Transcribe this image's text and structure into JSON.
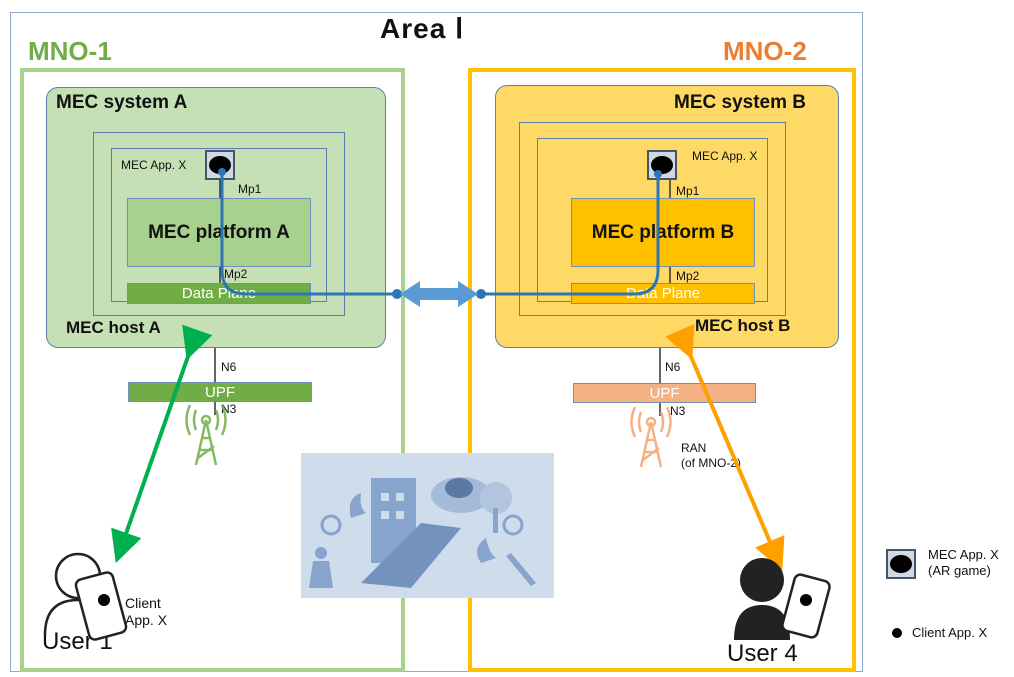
{
  "area_title": "Area Ⅰ",
  "mno1": {
    "title": "MNO-1",
    "color": "#70ad47"
  },
  "mno2": {
    "title": "MNO-2",
    "color": "#ed7d31"
  },
  "system_a": {
    "title": "MEC system A",
    "host_label": "MEC host A",
    "platform_label": "MEC platform A",
    "data_plane_label": "Data Plane",
    "app_label": "MEC App. X",
    "mp1": "Mp1",
    "mp2": "Mp2",
    "n6": "N6",
    "n3": "N3",
    "upf_label": "UPF"
  },
  "system_b": {
    "title": "MEC system B",
    "host_label": "MEC host B",
    "platform_label": "MEC platform B",
    "data_plane_label": "Data Plane",
    "app_label": "MEC App. X",
    "mp1": "Mp1",
    "mp2": "Mp2",
    "n6": "N6",
    "n3": "N3",
    "upf_label": "UPF",
    "ran_label_line1": "RAN",
    "ran_label_line2": "(of MNO-2)"
  },
  "user1": {
    "label": "User 1",
    "client_line1": "Client",
    "client_line2": "App. X"
  },
  "user4": {
    "label": "User 4"
  },
  "legend": {
    "app_line1": "MEC App. X",
    "app_line2": "(AR game)",
    "client": "Client App. X"
  },
  "colors": {
    "green_fill": "#c5e0b4",
    "green_dark": "#70ad47",
    "yellow_fill": "#ffd966",
    "orange": "#f4b183",
    "link_blue": "#2e75b6",
    "green_arrow": "#00b050",
    "orange_arrow": "#ffa000"
  }
}
